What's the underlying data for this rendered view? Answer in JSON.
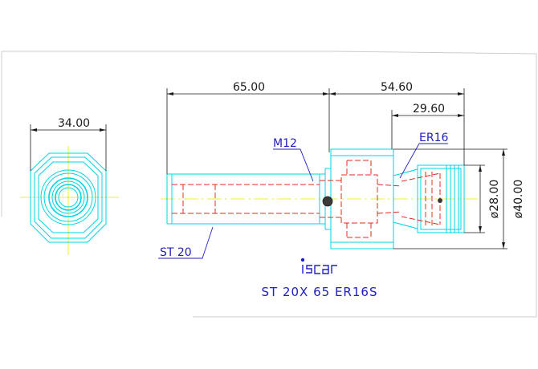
{
  "colors": {
    "dimension": "#1a1a1a",
    "outline": "#00d4e6",
    "hidden": "#e8281e",
    "centerline": "#e6e600",
    "leader": "#2020c0",
    "logo": "#2020c0",
    "frame": "#cccccc"
  },
  "dimensions": {
    "front_width": "34.00",
    "shank_length": "65.00",
    "head_length": "54.60",
    "nose_length": "29.60",
    "inner_diameter": "ø28.00",
    "outer_diameter": "ø40.00"
  },
  "callouts": {
    "thread": "M12",
    "collet": "ER16",
    "shank": "ST 20"
  },
  "title_block": {
    "logo": "iscar",
    "designation": "ST 20X 65 ER16S"
  }
}
